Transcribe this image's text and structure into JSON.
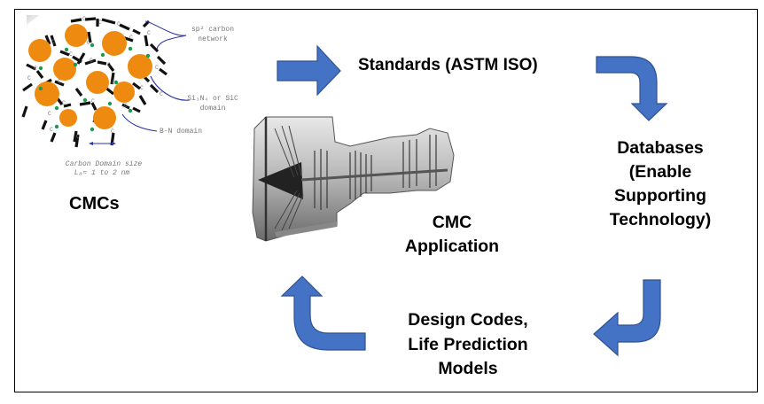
{
  "diagram": {
    "title": "CMC development cycle",
    "accent_color": "#4472C4",
    "accent_border": "#2F528F",
    "nodes": {
      "cmcs": {
        "label": "CMCs"
      },
      "application": {
        "lines": [
          "CMC",
          "Application"
        ]
      },
      "standards": {
        "label": "Standards (ASTM ISO)"
      },
      "databases": {
        "lines": [
          "Databases",
          "(Enable",
          "Supporting",
          "Technology)"
        ]
      },
      "design": {
        "lines": [
          "Design Codes,",
          "Life Prediction",
          "Models"
        ]
      }
    },
    "microstructure": {
      "annotations": {
        "sp2_network": [
          "sp² carbon",
          "network"
        ],
        "si3n4_domain": [
          "Si₃N₄ or SiC",
          "domain"
        ],
        "bn_domain": "B-N domain",
        "domain_size": [
          "Carbon Domain size",
          "Lₐ≈ 1 to 2 nm"
        ]
      },
      "atom_label": "C",
      "colors": {
        "particle": "#EE8A10",
        "bn_dot": "#1E9A50",
        "annotation_line": "#2A36A0"
      }
    },
    "flow": [
      "CMCs",
      "Standards (ASTM ISO)",
      "Databases (Enable Supporting Technology)",
      "Design Codes, Life Prediction Models",
      "CMC Application"
    ]
  }
}
